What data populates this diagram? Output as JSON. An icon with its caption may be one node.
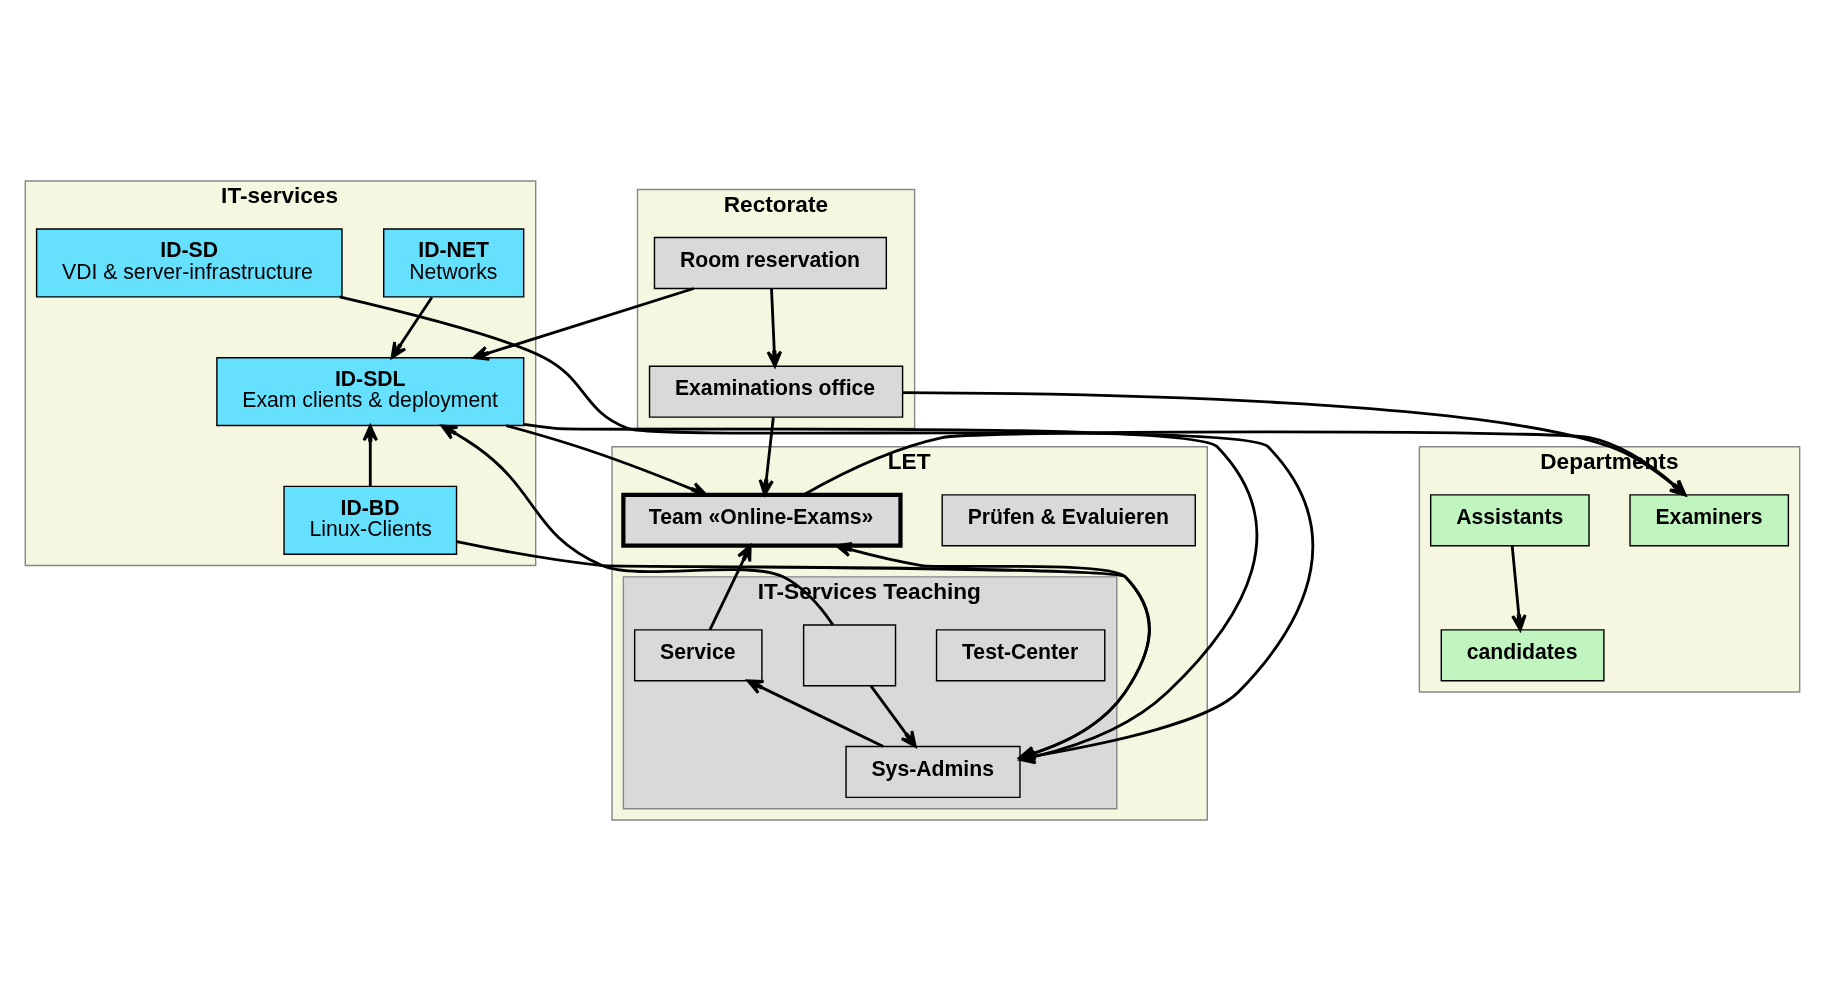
{
  "diagram": {
    "nodes": [
      {
        "text": [
          "Rectorate"
        ]
      },
      {
        "text": [
          "Examinations office"
        ],
        "in": 0
      },
      {
        "text": [
          "Room reservation"
        ],
        "in": 0
      },
      {
        "text": [
          "Departments"
        ]
      },
      {
        "text": [
          "Examiners"
        ],
        "in": 3
      },
      {
        "text": [
          "Assistants"
        ],
        "in": 3
      },
      {
        "text": [
          "candidates"
        ],
        "in": 3
      },
      {
        "text": [
          "LET"
        ]
      },
      {
        "text": [
          "Prüfen & Evaluieren"
        ],
        "in": 7
      },
      {
        "text": [
          "Team «Online-Exams»"
        ],
        "in": 7
      },
      {
        "text": [
          "IT-Services Teaching"
        ],
        "in": 7
      },
      {
        "text": [
          "Test-Center"
        ],
        "in": 10
      },
      {
        "text": [],
        "shape": "box",
        "in": 10
      },
      {
        "text": [
          "Service"
        ],
        "in": 10
      },
      {
        "text": [
          "Sys-Admins"
        ],
        "in": 10
      },
      {
        "text": [
          "IT-services"
        ]
      },
      {
        "text": [
          "ID-NET",
          "Networks"
        ],
        "in": 15
      },
      {
        "text": [
          "ID-SDL",
          "Exam clients & deployment"
        ],
        "in": 15
      },
      {
        "text": [
          "ID-BD",
          "Linux-Clients"
        ],
        "in": 15
      },
      {
        "text": [
          "ID-SD",
          "VDI & server-infrastructure"
        ],
        "in": 15
      }
    ],
    "edges": [
      {
        "from": 2,
        "to": 1,
        "arrow": "to"
      },
      {
        "from": 1,
        "to": 4,
        "arrow": "to"
      },
      {
        "from": 1,
        "to": 9,
        "arrow": "to"
      },
      {
        "from": 2,
        "to": 17,
        "arrow": "to"
      },
      {
        "from": 9,
        "to": 4,
        "arrow": "to"
      },
      {
        "from": 5,
        "to": 6,
        "arrow": "to"
      },
      {
        "from": 16,
        "to": 17,
        "arrow": "to"
      },
      {
        "from": 17,
        "to": 9,
        "arrow": "to"
      },
      {
        "from": 18,
        "to": 17,
        "arrow": "to"
      },
      {
        "from": 12,
        "to": 17,
        "arrow": "to"
      },
      {
        "from": 12,
        "to": 14,
        "arrow": "to"
      },
      {
        "from": 13,
        "to": 9,
        "arrow": "to"
      },
      {
        "from": 14,
        "to": 9,
        "arrow": "to"
      },
      {
        "from": 14,
        "to": 13,
        "arrow": "to"
      },
      {
        "from": 17,
        "to": 14,
        "arrow": "to"
      },
      {
        "from": 18,
        "to": 14,
        "arrow": "to"
      },
      {
        "from": 19,
        "to": 14,
        "arrow": "to"
      }
    ]
  }
}
